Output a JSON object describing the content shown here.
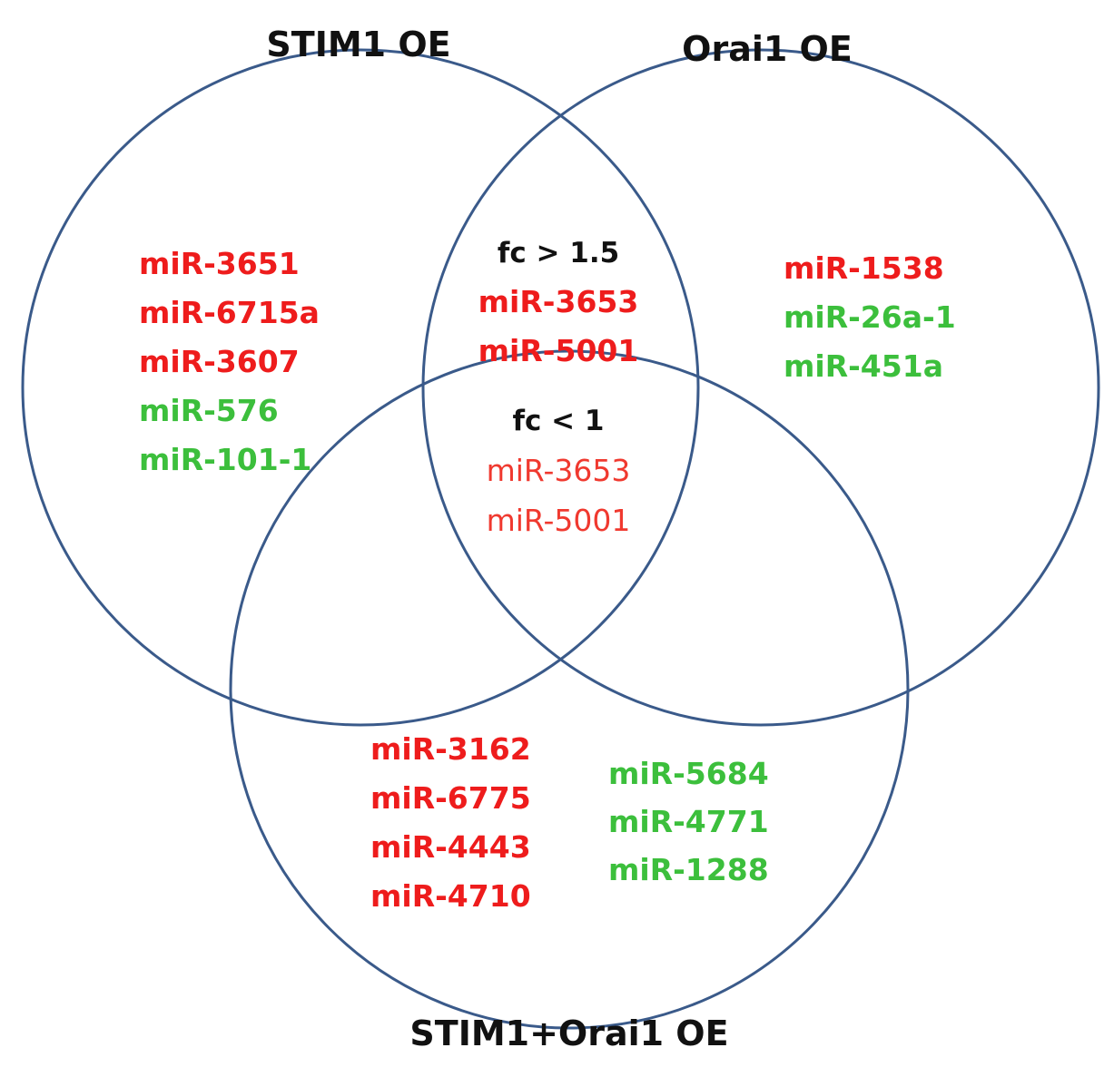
{
  "colors": {
    "circle_stroke": "#3a5a8a",
    "up": "#ee1c1c",
    "up_light": "#f0392f",
    "down": "#3cbf3c",
    "text": "#111111"
  },
  "sets": {
    "stim1": "STIM1 OE",
    "orai1": "Orai1 OE",
    "combined": "STIM1+Orai1 OE"
  },
  "regions": {
    "stim1_only": [
      {
        "name": "miR-3651",
        "dir": "up"
      },
      {
        "name": "miR-6715a",
        "dir": "up"
      },
      {
        "name": "miR-3607",
        "dir": "up"
      },
      {
        "name": "miR-576",
        "dir": "down"
      },
      {
        "name": "miR-101-1",
        "dir": "down"
      }
    ],
    "orai1_only": [
      {
        "name": "miR-1538",
        "dir": "up"
      },
      {
        "name": "miR-26a-1",
        "dir": "down"
      },
      {
        "name": "miR-451a",
        "dir": "down"
      }
    ],
    "stim1_orai1": {
      "header": "fc > 1.5",
      "items": [
        "miR-3653",
        "miR-5001"
      ]
    },
    "all_three": {
      "header": "fc < 1",
      "items": [
        "miR-3653",
        "miR-5001"
      ]
    },
    "combined_only_up": [
      "miR-3162",
      "miR-6775",
      "miR-4443",
      "miR-4710"
    ],
    "combined_only_down": [
      "miR-5684",
      "miR-4771",
      "miR-1288"
    ]
  }
}
